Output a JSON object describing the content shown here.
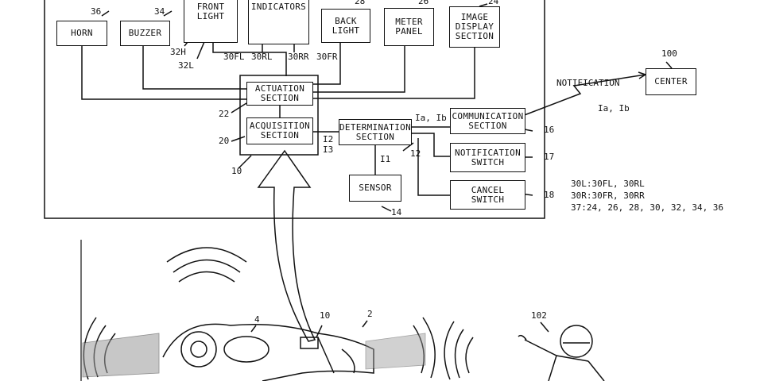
{
  "boxes": {
    "horn": [
      "HORN"
    ],
    "buzzer": [
      "BUZZER"
    ],
    "front_light": [
      "FRONT",
      "LIGHT"
    ],
    "indicators": [
      "INDICATORS"
    ],
    "back_light": [
      "BACK",
      "LIGHT"
    ],
    "meter_panel": [
      "METER",
      "PANEL"
    ],
    "image_display": [
      "IMAGE",
      "DISPLAY",
      "SECTION"
    ],
    "actuation": [
      "ACTUATION",
      "SECTION"
    ],
    "acquisition": [
      "ACQUISITION",
      "SECTION"
    ],
    "determination": [
      "DETERMINATION",
      "SECTION"
    ],
    "communication": [
      "COMMUNICATION",
      "SECTION"
    ],
    "notification_switch": [
      "NOTIFICATION",
      "SWITCH"
    ],
    "cancel_switch": [
      "CANCEL",
      "SWITCH"
    ],
    "sensor": [
      "SENSOR"
    ],
    "center": [
      "CENTER"
    ]
  },
  "refs": {
    "r36": "36",
    "r34": "34",
    "r28": "28",
    "r26": "26",
    "r24": "24",
    "r32H": "32H",
    "r32L": "32L",
    "r30FL": "30FL",
    "r30RL": "30RL",
    "r30RR": "30RR",
    "r30FR": "30FR",
    "r22": "22",
    "r20": "20",
    "r10": "10",
    "r12": "12",
    "r16": "16",
    "r17": "17",
    "r18": "18",
    "r14": "14",
    "r100": "100",
    "r4": "4",
    "r10b": "10",
    "r2": "2",
    "r102": "102"
  },
  "signals": {
    "ia_ib": "Ia, Ib",
    "i2": "I2",
    "i3": "I3",
    "i1": "I1",
    "notification": "NOTIFICATION",
    "ia_ib_center": "Ia, Ib"
  },
  "legend": [
    "30L:30FL, 30RL",
    "30R:30FR, 30RR",
    "37:24, 26, 28, 30, 32, 34, 36"
  ]
}
